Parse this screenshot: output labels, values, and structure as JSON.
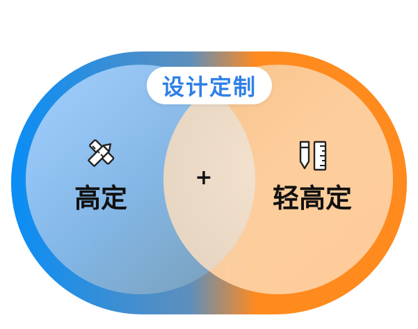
{
  "title": "设计定制",
  "left_label": "高定",
  "right_label": "轻高定",
  "plus_sign": "+",
  "icons": {
    "left": "pencil-ruler-icon",
    "right": "pencil-ruler-icon"
  },
  "colors": {
    "blue": "#0a8df5",
    "orange": "#ff8a1e",
    "title_text": "#2f7fe6"
  }
}
